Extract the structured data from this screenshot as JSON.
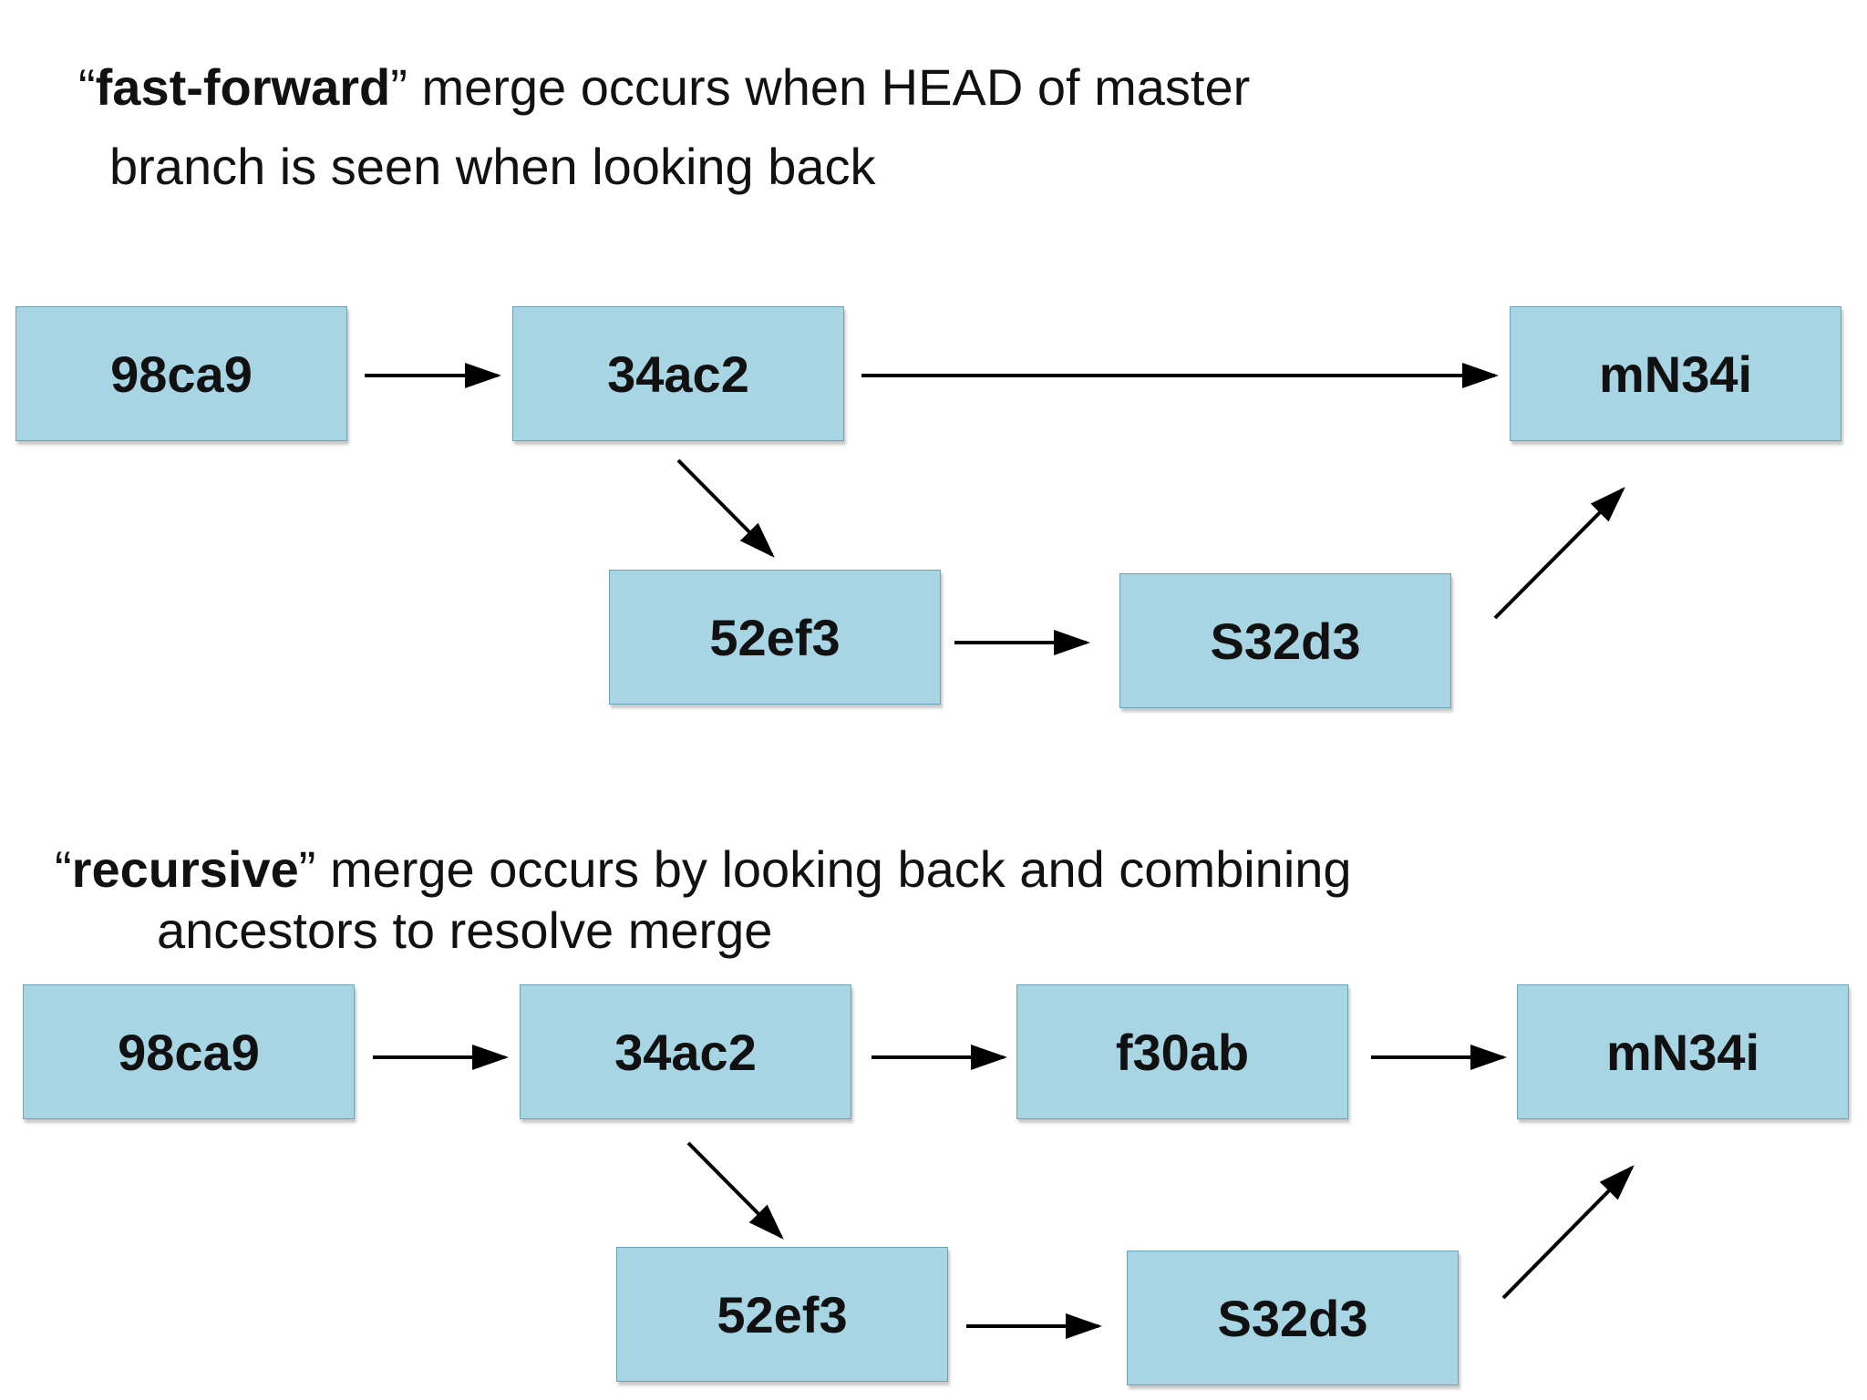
{
  "fast_forward": {
    "keyword": "fast-forward",
    "text_after": " merge occurs when HEAD of master",
    "line2": "branch is seen when looking back",
    "quote_open": "“",
    "quote_close": "”",
    "commits": {
      "c1": "98ca9",
      "c2": "34ac2",
      "c3": "mN34i",
      "c4": "52ef3",
      "c5": "S32d3"
    }
  },
  "recursive": {
    "keyword": "recursive",
    "text_after": " merge occurs by looking back and combining",
    "line2": "ancestors to resolve merge",
    "quote_open": "“",
    "quote_close": "”",
    "commits": {
      "c1": "98ca9",
      "c2": "34ac2",
      "c3": "f30ab",
      "c4": "mN34i",
      "c5": "52ef3",
      "c6": "S32d3"
    }
  },
  "colors": {
    "box_fill": "#a8d5e4",
    "box_border": "#6ea2b9",
    "arrow": "#000000"
  }
}
